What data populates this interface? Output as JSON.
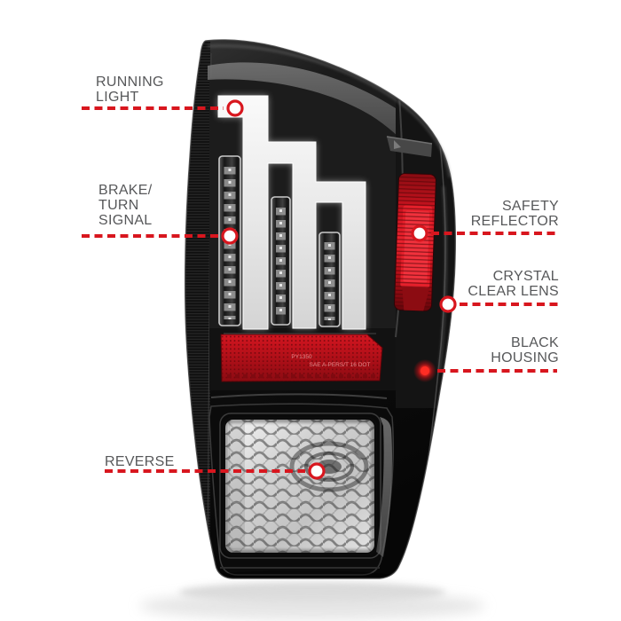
{
  "image": {
    "subject": "LED tail light with black housing, annotated product feature diagram"
  },
  "callouts": {
    "running_light": {
      "label": "RUNNING\nLIGHT"
    },
    "brake_turn_signal": {
      "label": "BRAKE/\nTURN\nSIGNAL"
    },
    "reverse": {
      "label": "REVERSE"
    },
    "safety_reflector": {
      "label": "SAFETY\nREFLECTOR"
    },
    "crystal_clear_lens": {
      "label": "CRYSTAL\nCLEAR LENS"
    },
    "black_housing": {
      "label": "BLACK\nHOUSING"
    }
  },
  "light": {
    "marking_code": "PY1350",
    "marking_text": "SAE A-PERS/T 16 DOT"
  },
  "colors": {
    "accent_red": "#d8161e",
    "label_text": "#57585a",
    "housing_black": "#0d0d0d",
    "light_guide_white": "#efefef",
    "reflector_red": "#d6141f",
    "background": "#ffffff"
  }
}
